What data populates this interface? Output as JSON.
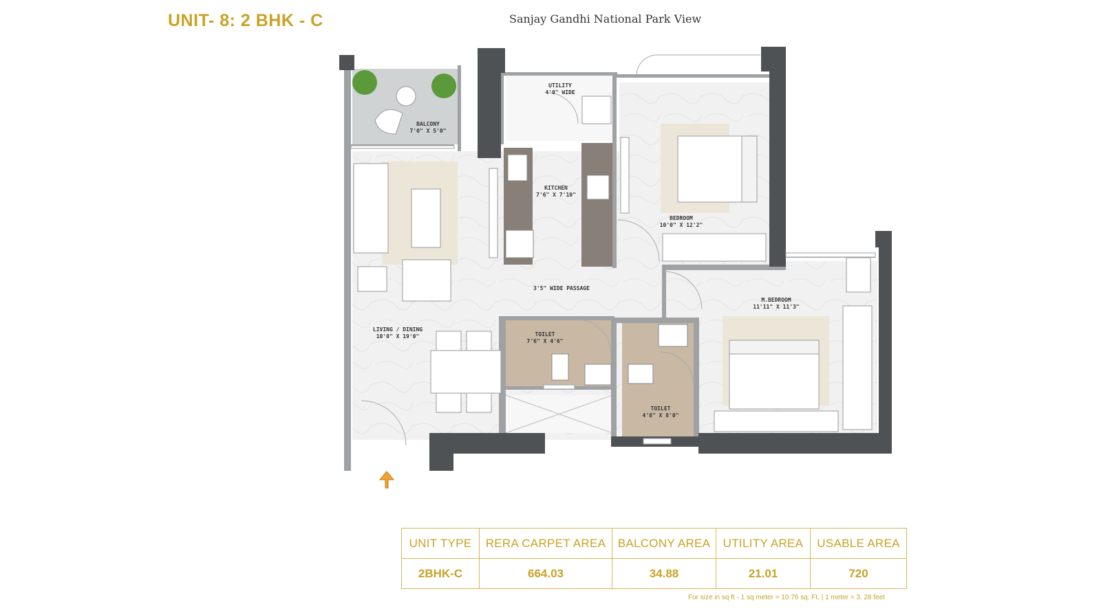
{
  "header": {
    "unit_title": "UNIT- 8: 2 BHK - C",
    "view_title": "Sanjay Gandhi National Park View"
  },
  "rooms": {
    "balcony": {
      "name": "BALCONY",
      "size": "7'0\" X 5'0\""
    },
    "utility": {
      "name": "UTILITY",
      "size": "4'0\" WIDE"
    },
    "kitchen": {
      "name": "KITCHEN",
      "size": "7'6\" X 7'10\""
    },
    "bedroom": {
      "name": "BEDROOM",
      "size": "10'0\" X 12'2\""
    },
    "passage": {
      "name": "3'5\" WIDE PASSAGE"
    },
    "master_bedroom": {
      "name": "M.BEDROOM",
      "size": "11'11\" X 11'3\""
    },
    "living_dining": {
      "name": "LIVING / DINING",
      "size": "10'0\" X 19'0\""
    },
    "toilet_1": {
      "name": "TOILET",
      "size": "7'6\" X 4'6\""
    },
    "toilet_2": {
      "name": "TOILET",
      "size": "4'8\" X 8'0\""
    }
  },
  "area_table": {
    "headers": [
      "UNIT TYPE",
      "RERA CARPET AREA",
      "BALCONY AREA",
      "UTILITY AREA",
      "USABLE AREA"
    ],
    "row": [
      "2BHK-C",
      "664.03",
      "34.88",
      "21.01",
      "720"
    ]
  },
  "footnote": "For size in sq ft - 1 sq meter = 10.76 sq. Ft. | 1 meter = 3. 28 feet",
  "colors": {
    "accent": "#c9a227",
    "wall": "#4e5254",
    "wood_floor": "#c8b8a4",
    "kitchen_counter": "#877f78",
    "entry_arrow": "#f0a236"
  }
}
